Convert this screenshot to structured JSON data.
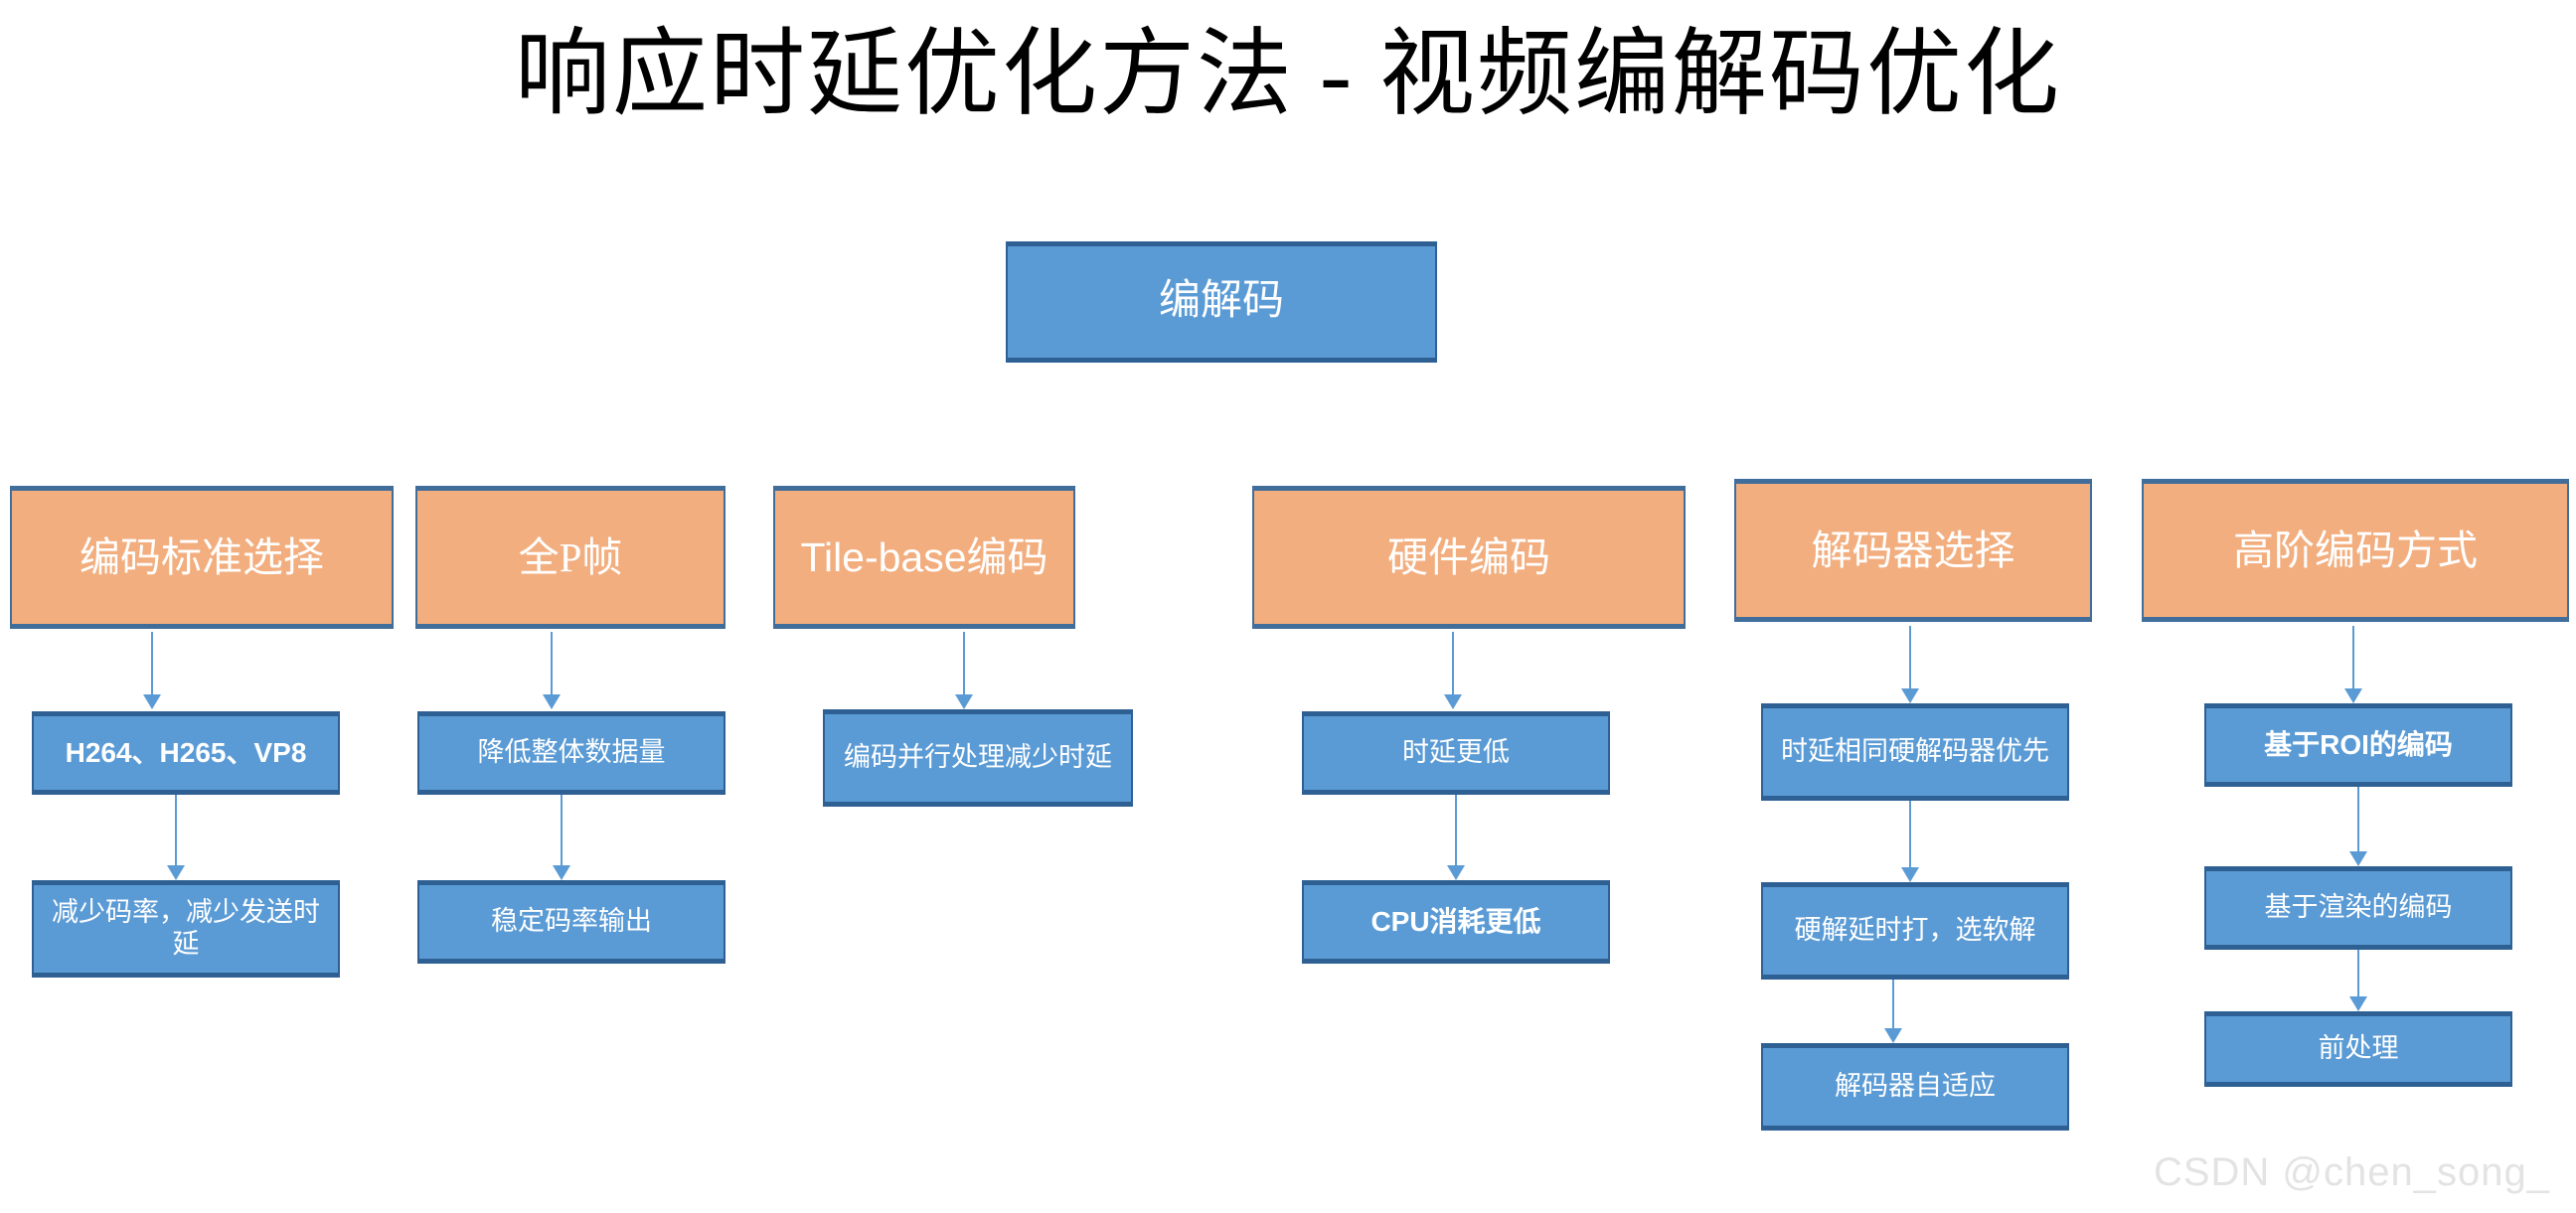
{
  "slide": {
    "title": "响应时延优化方法 - 视频编解码优化",
    "watermark": "CSDN @chen_song_",
    "colors": {
      "blue_fill": "#5B9BD5",
      "blue_border": "#2E6094",
      "orange_fill": "#F2AE7E",
      "orange_border": "#416D9B",
      "arrow": "#5B9BD5",
      "title_text": "#000000",
      "node_text": "#FFFFFF",
      "watermark_text": "#E3E3E3",
      "background": "#FFFFFF"
    }
  },
  "diagram": {
    "type": "flowchart",
    "root": {
      "label": "编解码"
    },
    "branches": [
      {
        "header": "编码标准选择",
        "children": [
          "H264、H265、VP8",
          "减少码率，减少发送时延"
        ]
      },
      {
        "header": "全P帧",
        "children": [
          "降低整体数据量",
          "稳定码率输出"
        ]
      },
      {
        "header": "Tile-base编码",
        "children": [
          "编码并行处理减少时延"
        ]
      },
      {
        "header": "硬件编码",
        "children": [
          "时延更低",
          "CPU消耗更低"
        ]
      },
      {
        "header": "解码器选择",
        "children": [
          "时延相同硬解码器优先",
          "硬解延时打，选软解",
          "解码器自适应"
        ]
      },
      {
        "header": "高阶编码方式",
        "children": [
          "基于ROI的编码",
          "基于渲染的编码",
          "前处理"
        ]
      }
    ]
  }
}
